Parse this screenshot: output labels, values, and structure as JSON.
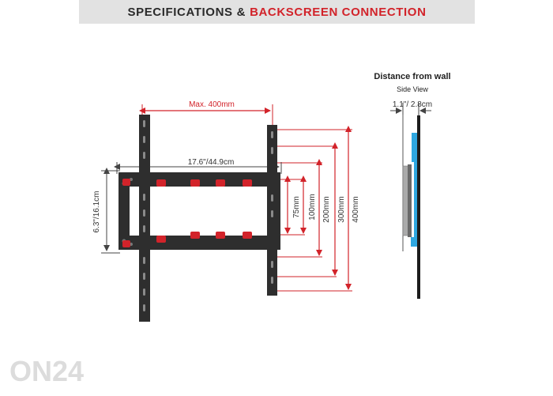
{
  "header": {
    "title_part1": "SPECIFICATIONS",
    "title_sep": "&",
    "title_part2": "BACKSCREEN CONNECTION",
    "accent_color": "#d2232a"
  },
  "front_view": {
    "max_width_label": "Max. 400mm",
    "width_label": "17.6\"/44.9cm",
    "height_label": "6.3\"/16.1cm",
    "vertical_spacings": [
      "75mm",
      "100mm",
      "200mm",
      "300mm",
      "400mm"
    ]
  },
  "side_view": {
    "title": "Distance from wall",
    "subtitle": "Side View",
    "depth_label": "1.1\"/ 2.8cm"
  },
  "watermark": "ON24"
}
